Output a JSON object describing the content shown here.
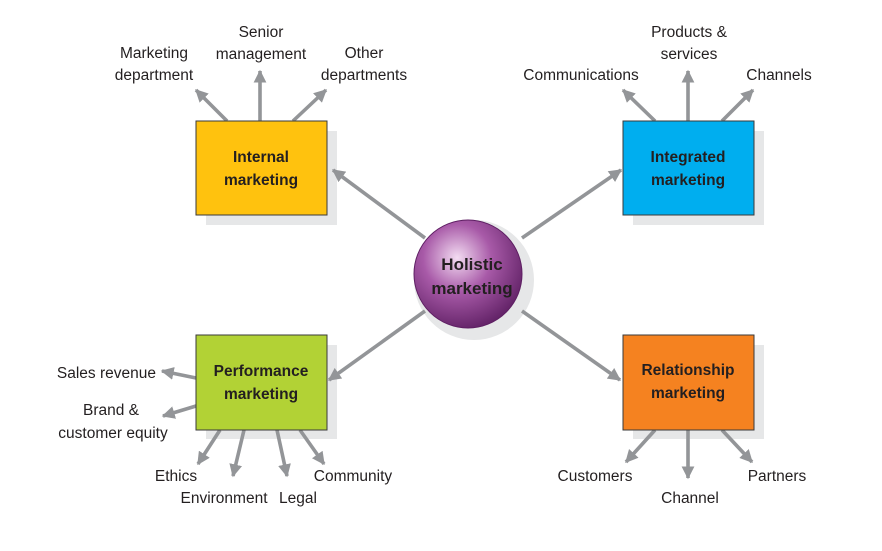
{
  "hub": {
    "line1": "Holistic",
    "line2": "marketing"
  },
  "boxes": {
    "internal": {
      "line1": "Internal",
      "line2": "marketing",
      "color": "#ffc20e"
    },
    "integrated": {
      "line1": "Integrated",
      "line2": "marketing",
      "color": "#00aeef"
    },
    "performance": {
      "line1": "Performance",
      "line2": "marketing",
      "color": "#b2d235"
    },
    "relationship": {
      "line1": "Relationship",
      "line2": "marketing",
      "color": "#f58220"
    }
  },
  "internal_labels": {
    "marketing_dept_1": "Marketing",
    "marketing_dept_2": "department",
    "senior_1": "Senior",
    "senior_2": "management",
    "other_1": "Other",
    "other_2": "departments"
  },
  "integrated_labels": {
    "communications": "Communications",
    "products_1": "Products &",
    "products_2": "services",
    "channels": "Channels"
  },
  "performance_labels": {
    "sales_revenue": "Sales revenue",
    "brand_1": "Brand &",
    "brand_2": "customer equity",
    "ethics": "Ethics",
    "environment": "Environment",
    "legal": "Legal",
    "community": "Community"
  },
  "relationship_labels": {
    "customers": "Customers",
    "channel": "Channel",
    "partners": "Partners"
  },
  "colors": {
    "arrow": "#939598",
    "shadow": "#e6e7e8",
    "hub_center": "#f3dcf2",
    "hub_mid": "#a85aa8",
    "hub_edge": "#5e1f63"
  }
}
